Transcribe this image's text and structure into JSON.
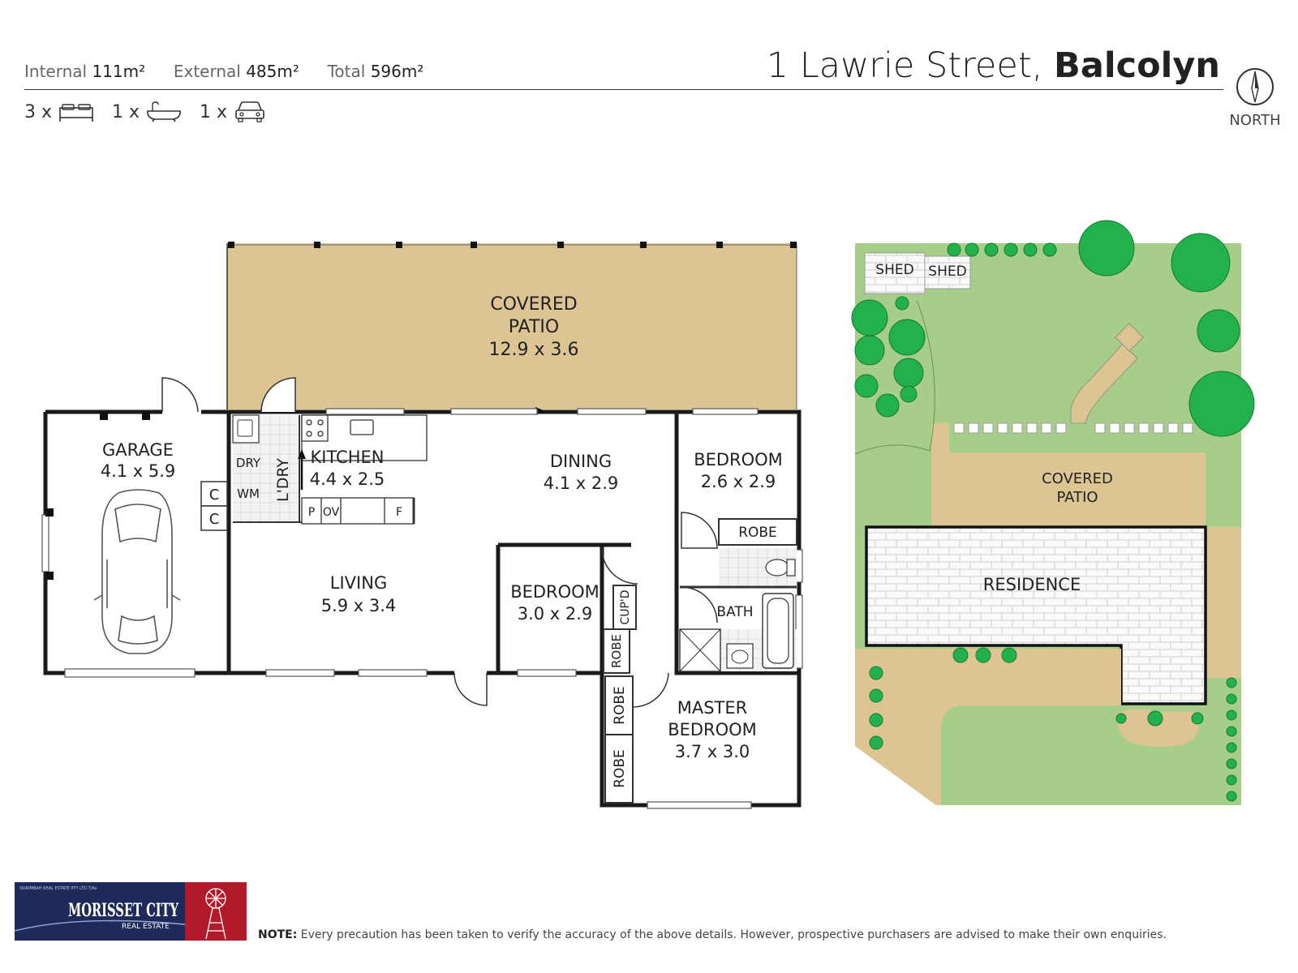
{
  "header": {
    "internal_label": "Internal",
    "internal_value": "111m²",
    "external_label": "External",
    "external_value": "485m²",
    "total_label": "Total",
    "total_value": "596m²",
    "address_street": "1 Lawrie Street,",
    "address_suburb": "Balcolyn",
    "north_label": "NORTH"
  },
  "counts": {
    "bedrooms": "3 x",
    "bathrooms": "1 x",
    "carspaces": "1 x"
  },
  "floorplan": {
    "patio_title_1": "COVERED",
    "patio_title_2": "PATIO",
    "patio_size": "12.9 x 3.6",
    "garage_title": "GARAGE",
    "garage_size": "4.1 x 5.9",
    "c1": "C",
    "c2": "C",
    "dry": "DRY",
    "wm": "WM",
    "ldry": "L'DRY",
    "kitchen_title": "KITCHEN",
    "kitchen_size": "4.4 x 2.5",
    "p": "P",
    "ov": "OV",
    "f": "F",
    "dining_title": "DINING",
    "dining_size": "4.1 x 2.9",
    "bed1_title": "BEDROOM",
    "bed1_size": "2.6 x 2.9",
    "robe1": "ROBE",
    "living_title": "LIVING",
    "living_size": "5.9 x 3.4",
    "bed2_title": "BEDROOM",
    "bed2_size": "3.0 x 2.9",
    "cupd": "CUP'D",
    "robe2": "ROBE",
    "bath": "BATH",
    "robe3": "ROBE",
    "robe4": "ROBE",
    "master_title_1": "MASTER",
    "master_title_2": "BEDROOM",
    "master_size": "3.7 x 3.0"
  },
  "siteplan": {
    "shed1": "SHED",
    "shed2": "SHED",
    "patio_1": "COVERED",
    "patio_2": "PATIO",
    "residence": "RESIDENCE"
  },
  "logo": {
    "name": "MORISSET CITY",
    "sub": "REAL ESTATE",
    "tiny": "OURIMBAH REAL ESTATE PTY LTD T/As"
  },
  "footer": {
    "note_label": "NOTE:",
    "note_text": "Every precaution has been taken to verify the accuracy of the above details. However, prospective purchasers are advised to make their own enquiries."
  },
  "colors": {
    "patio": "#dcc493",
    "lawn": "#a7cd8b",
    "tree": "#22b14c",
    "wall": "#1a1a1a",
    "logo_navy": "#1e2a5a",
    "logo_red": "#b01a2a"
  }
}
